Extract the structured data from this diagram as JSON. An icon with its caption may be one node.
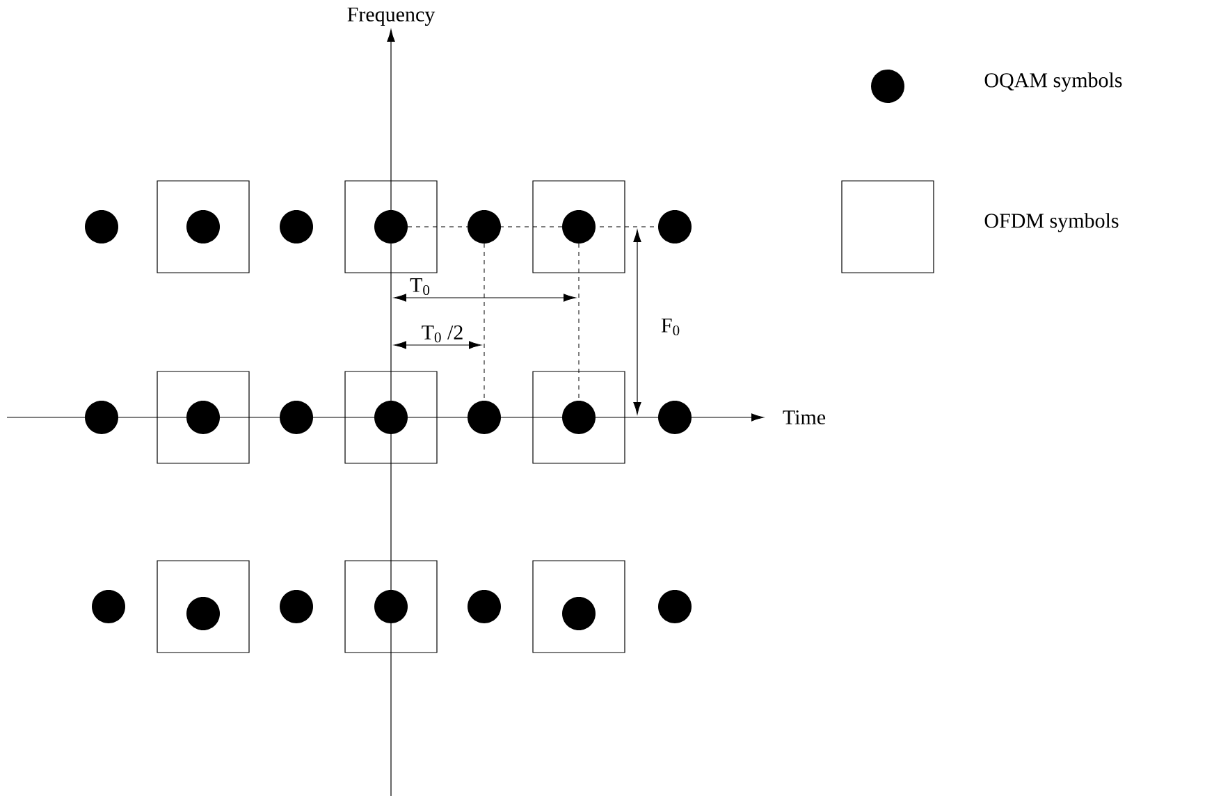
{
  "diagram": {
    "labels": [
      "Frequency",
      "Time",
      "T$_{0}$",
      "T$_{0}$ /2",
      "F$_{0}$"
    ],
    "legend": [
      {
        "text": "OQAM symbols"
      },
      {
        "text": "OFDM symbols"
      }
    ]
  }
}
